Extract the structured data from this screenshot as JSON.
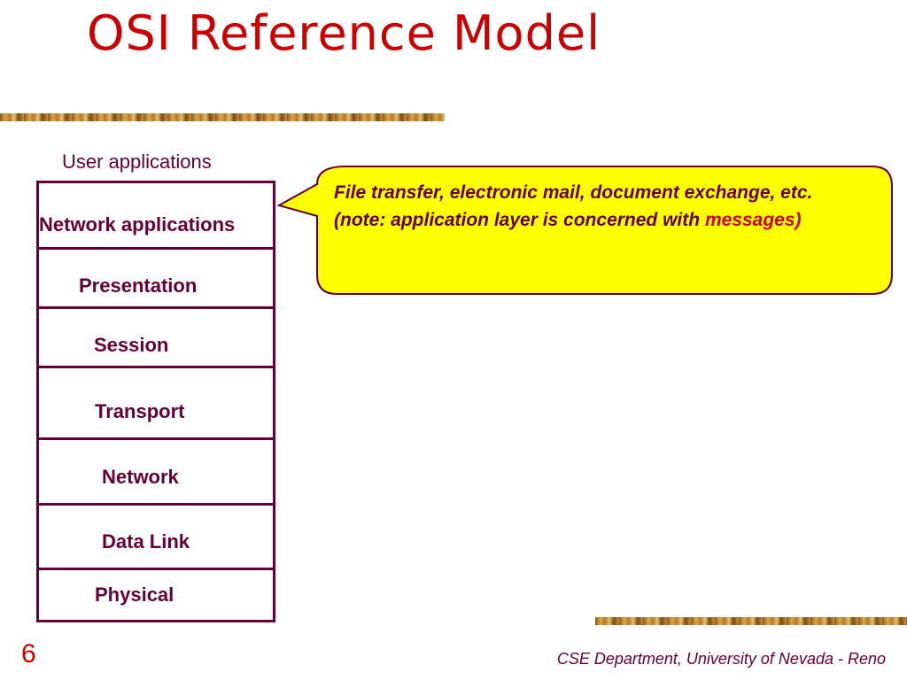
{
  "slide": {
    "title": "OSI Reference Model",
    "page_number": "6",
    "footer": "CSE Department, University of Nevada - Reno"
  },
  "diagram": {
    "top_label": "User applications",
    "layers": [
      {
        "label": "Network applications"
      },
      {
        "label": "Presentation"
      },
      {
        "label": "Session"
      },
      {
        "label": "Transport"
      },
      {
        "label": "Network"
      },
      {
        "label": "Data Link"
      },
      {
        "label": "Physical"
      }
    ],
    "callout": {
      "line1": "File transfer, electronic mail, document exchange, etc.",
      "line2_prefix": "(note:  application layer is concerned with",
      "line2_red": "messages",
      "line2_suffix": ")",
      "fill_color": "#ffff00",
      "border_color": "#660033"
    }
  },
  "colors": {
    "title": "#cc0000",
    "text": "#660033",
    "box_border": "#660033"
  }
}
